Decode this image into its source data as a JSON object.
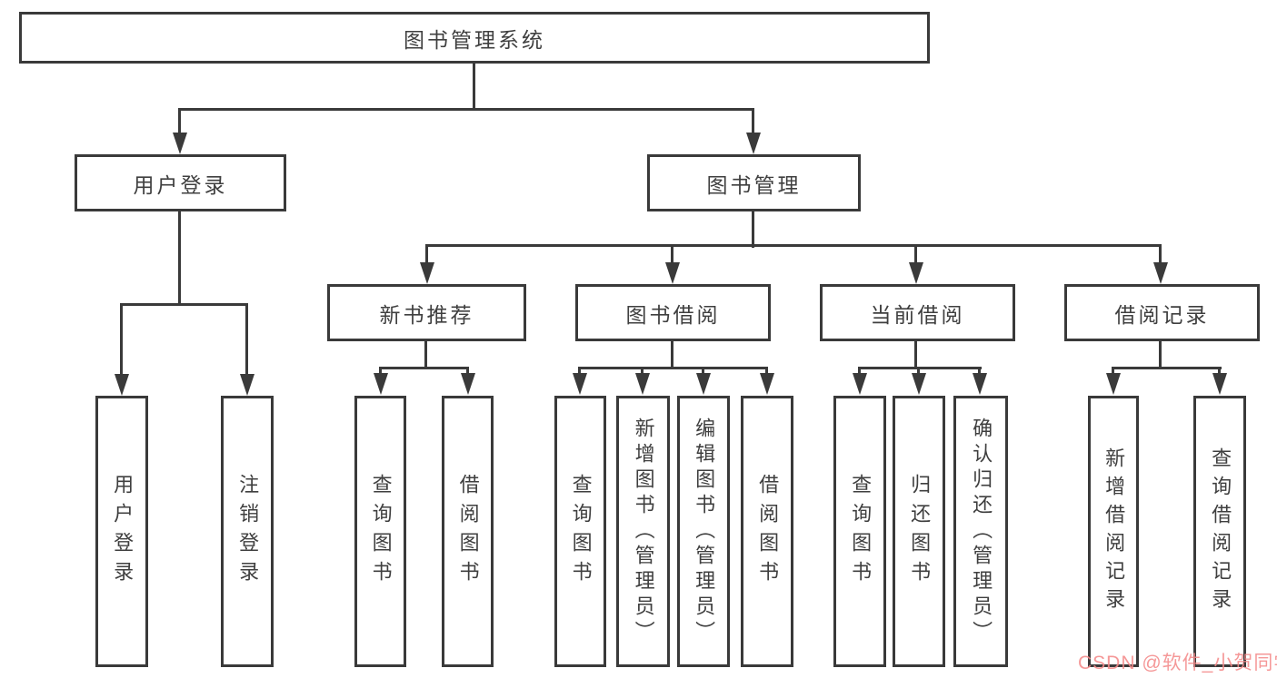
{
  "title": {
    "label": "图书管理系统"
  },
  "level2": [
    {
      "label": "用户登录"
    },
    {
      "label": "图书管理"
    }
  ],
  "level3": [
    {
      "label": "新书推荐"
    },
    {
      "label": "图书借阅"
    },
    {
      "label": "当前借阅"
    },
    {
      "label": "借阅记录"
    }
  ],
  "leaves": {
    "login": [
      {
        "label": "用户登录"
      },
      {
        "label": "注销登录"
      }
    ],
    "recommend": [
      {
        "label": "查询图书"
      },
      {
        "label": "借阅图书"
      }
    ],
    "borrow": [
      {
        "label": "查询图书"
      },
      {
        "label": "新增图书（管理员）"
      },
      {
        "label": "编辑图书（管理员）"
      },
      {
        "label": "借阅图书"
      }
    ],
    "current": [
      {
        "label": "查询图书"
      },
      {
        "label": "归还图书"
      },
      {
        "label": "确认归还（管理员）"
      }
    ],
    "records": [
      {
        "label": "新增借阅记录"
      },
      {
        "label": "查询借阅记录"
      }
    ]
  },
  "watermark": {
    "text": "CSDN @软件_小贺同学",
    "color": "#F48A8A"
  },
  "colors": {
    "line": "#3a3a3a",
    "text": "#3f3f3f",
    "background": "#ffffff",
    "box_fill": "#ffffff"
  }
}
